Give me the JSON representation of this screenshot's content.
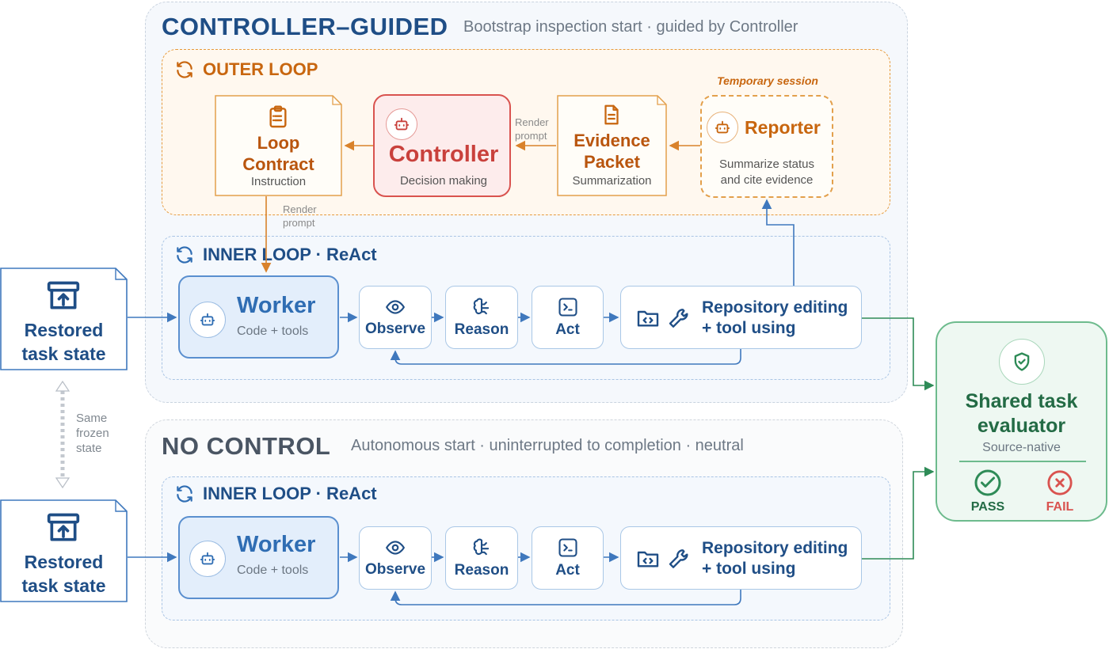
{
  "controller_guided": {
    "title": "CONTROLLER–GUIDED",
    "subtitle": "Bootstrap inspection start · guided by Controller",
    "outer_loop": {
      "label": "OUTER LOOP",
      "temporary_session": "Temporary session",
      "loop_contract": {
        "title_line1": "Loop",
        "title_line2": "Contract",
        "sub": "Instruction"
      },
      "controller": {
        "title": "Controller",
        "sub": "Decision making"
      },
      "evidence_packet": {
        "title_line1": "Evidence",
        "title_line2": "Packet",
        "sub": "Summarization"
      },
      "reporter": {
        "title": "Reporter",
        "sub_line1": "Summarize status",
        "sub_line2": "and cite evidence"
      },
      "render_prompt_top": {
        "line1": "Render",
        "line2": "prompt"
      },
      "render_prompt_down": {
        "line1": "Render",
        "line2": "prompt"
      }
    },
    "inner_loop": {
      "label": "INNER LOOP · ReAct",
      "worker": {
        "title": "Worker",
        "sub": "Code + tools"
      },
      "observe": "Observe",
      "reason": "Reason",
      "act": "Act",
      "repo": {
        "line1": "Repository editing",
        "line2": "+ tool using"
      }
    }
  },
  "no_control": {
    "title": "NO CONTROL",
    "subtitle": "Autonomous start · uninterrupted to completion · neutral",
    "inner_loop": {
      "label": "INNER LOOP · ReAct",
      "worker": {
        "title": "Worker",
        "sub": "Code + tools"
      },
      "observe": "Observe",
      "reason": "Reason",
      "act": "Act",
      "repo": {
        "line1": "Repository editing",
        "line2": "+ tool using"
      }
    }
  },
  "restored_top": {
    "line1": "Restored",
    "line2": "task state"
  },
  "restored_bottom": {
    "line1": "Restored",
    "line2": "task state"
  },
  "same_frozen_state": {
    "line1": "Same",
    "line2": "frozen",
    "line3": "state"
  },
  "evaluator": {
    "title_line1": "Shared task",
    "title_line2": "evaluator",
    "sub": "Source-native",
    "pass": "PASS",
    "fail": "FAIL"
  },
  "colors": {
    "blue": "#1f4e86",
    "orange": "#c8660f",
    "red": "#d9534f",
    "green": "#2e7d4f"
  }
}
